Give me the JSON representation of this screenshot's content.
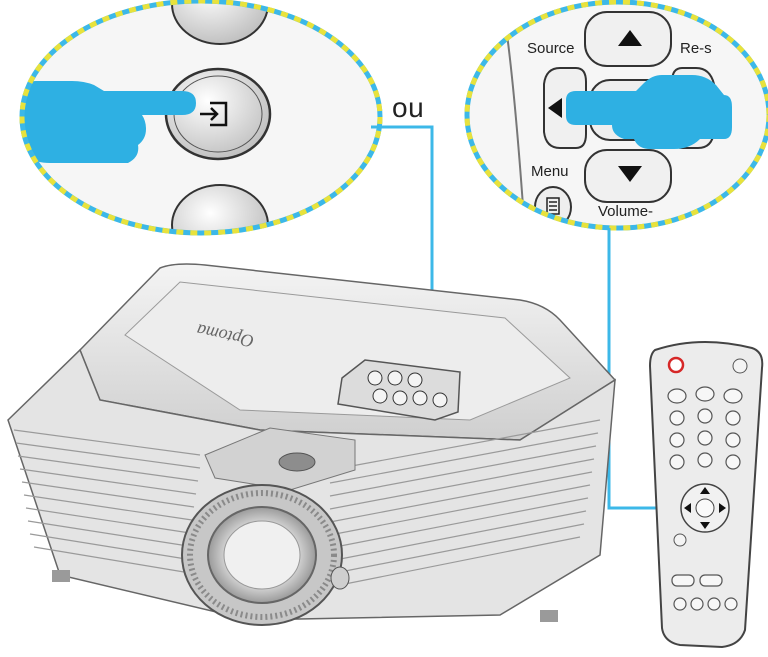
{
  "callout_text": {
    "connector": "ou",
    "remote_source": "Source",
    "remote_resync": "Re-s",
    "remote_menu": "Menu",
    "remote_volume": "Volume-"
  },
  "brand": {
    "projector_logo": "Optoma"
  },
  "colors": {
    "callout_border": "#3cb8e8",
    "callout_border_dash": "#e8e23c",
    "hand": "#2eb0e3",
    "connector_line": "#3cb8e8",
    "projector_body": "#e6e6e6",
    "remote_body": "#e9e9e9",
    "power_button": "#d62828"
  },
  "icons": [
    "hand-pointer-icon",
    "source-input-icon",
    "arrow-up-icon",
    "arrow-left-icon",
    "arrow-down-icon",
    "menu-icon",
    "power-icon",
    "enter-icon"
  ]
}
